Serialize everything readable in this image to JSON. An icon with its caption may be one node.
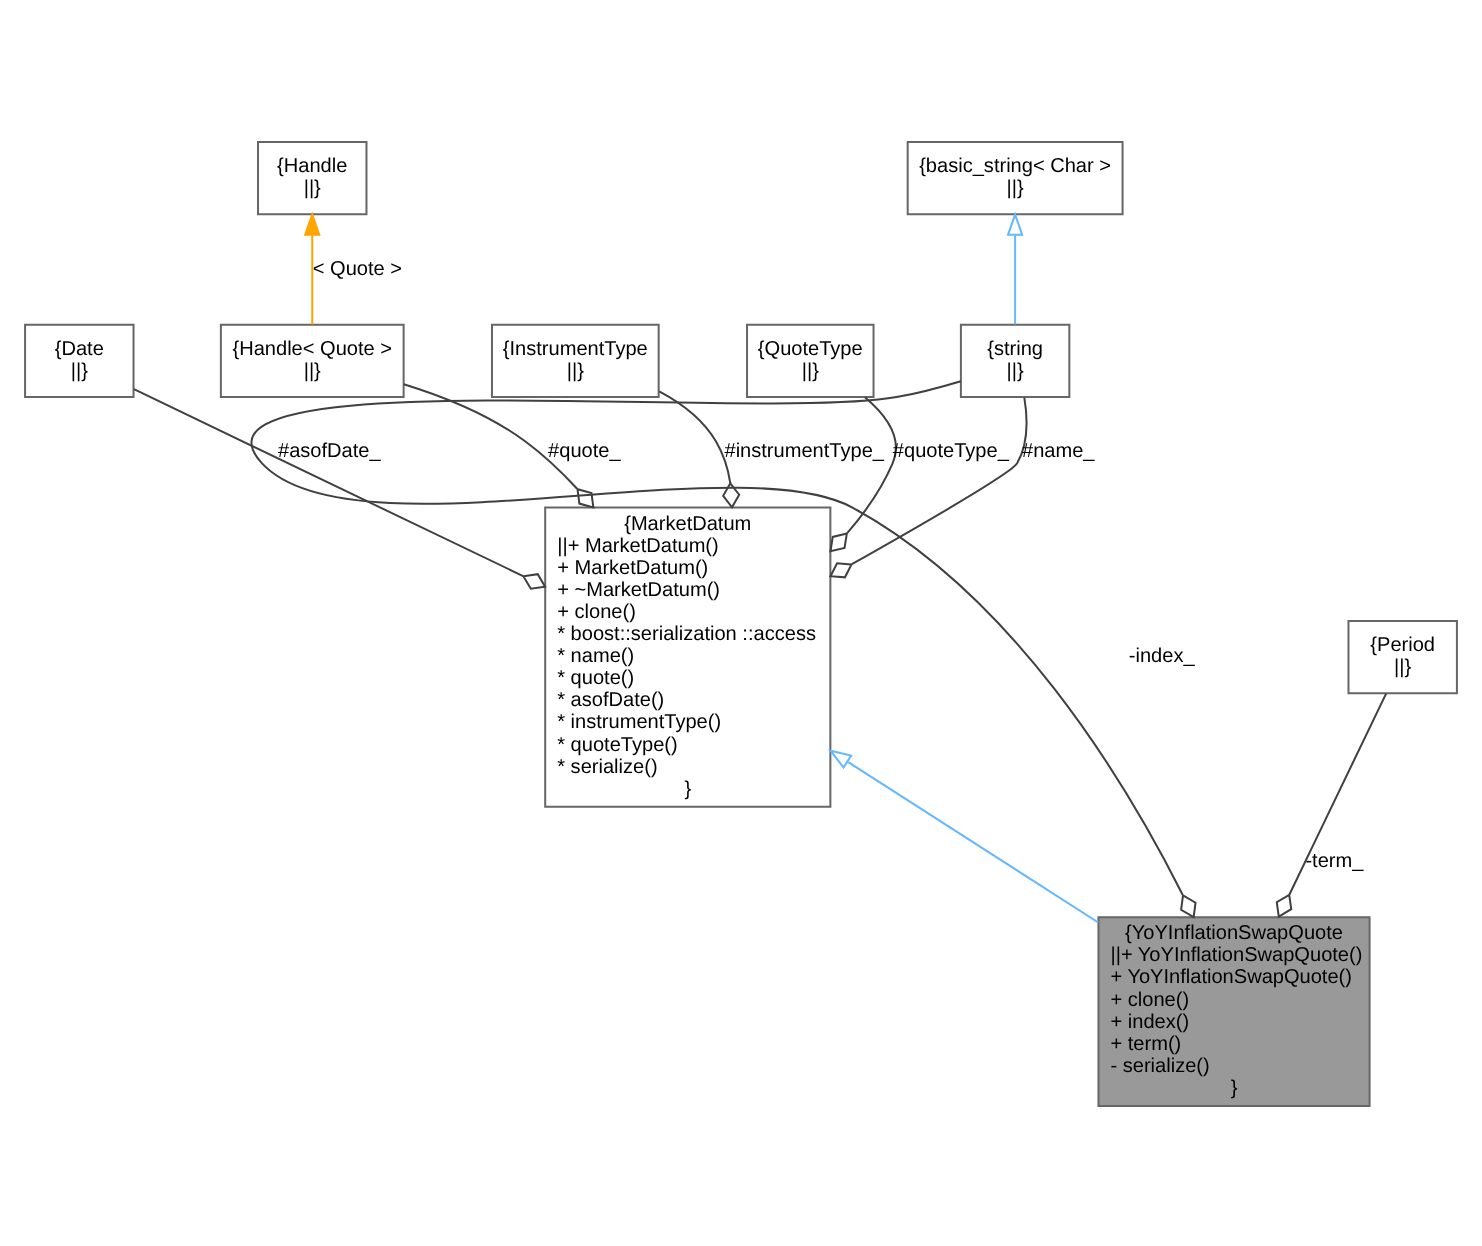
{
  "diagram": {
    "nodes": [
      {
        "text": [
          "{Handle",
          "||}"
        ]
      },
      {
        "text": [
          "{basic_string< Char >",
          "||}"
        ]
      },
      {
        "text": [
          "{Date",
          "||}"
        ]
      },
      {
        "text": [
          "{Handle< Quote >",
          "||}"
        ]
      },
      {
        "text": [
          "{InstrumentType",
          "||}"
        ]
      },
      {
        "text": [
          "{QuoteType",
          "||}"
        ]
      },
      {
        "text": [
          "{string",
          "||}"
        ]
      },
      {
        "text": [
          "{Period",
          "||}"
        ]
      },
      {
        "text": [
          "{MarketDatum",
          "||+ MarketDatum()",
          "+ MarketDatum()",
          "+ ~MarketDatum()",
          "+ clone()",
          "* boost::serialization ::access",
          "* name()",
          "* quote()",
          "* asofDate()",
          "* instrumentType()",
          "* quoteType()",
          "* serialize()",
          "}"
        ]
      },
      {
        "text": [
          "{YoYInflationSwapQuote",
          "||+ YoYInflationSwapQuote()",
          "+ YoYInflationSwapQuote()",
          "+ clone()",
          "+ index()",
          "+ term()",
          "- serialize()",
          "}"
        ]
      }
    ],
    "edges": [
      {
        "from": 3,
        "to": 0,
        "arrow": "to",
        "label": "< Quote >",
        "color": "#ffa500"
      },
      {
        "from": 6,
        "to": 1,
        "arrow": "to",
        "color": "#63b8ff"
      },
      {
        "from": 2,
        "to": 8,
        "arrow": "other",
        "label": "#asofDate_"
      },
      {
        "from": 3,
        "to": 8,
        "arrow": "other",
        "label": "#quote_"
      },
      {
        "from": 4,
        "to": 8,
        "arrow": "other",
        "label": "#instrumentType_"
      },
      {
        "from": 5,
        "to": 8,
        "arrow": "other",
        "label": "#quoteType_"
      },
      {
        "from": 6,
        "to": 8,
        "arrow": "other",
        "label": "#name_"
      },
      {
        "from": 9,
        "to": 8,
        "arrow": "to",
        "color": "#63b8ff"
      },
      {
        "from": 6,
        "to": 9,
        "arrow": "other",
        "label": "-index_"
      },
      {
        "from": 7,
        "to": 9,
        "arrow": "other",
        "label": "-term_"
      }
    ]
  }
}
